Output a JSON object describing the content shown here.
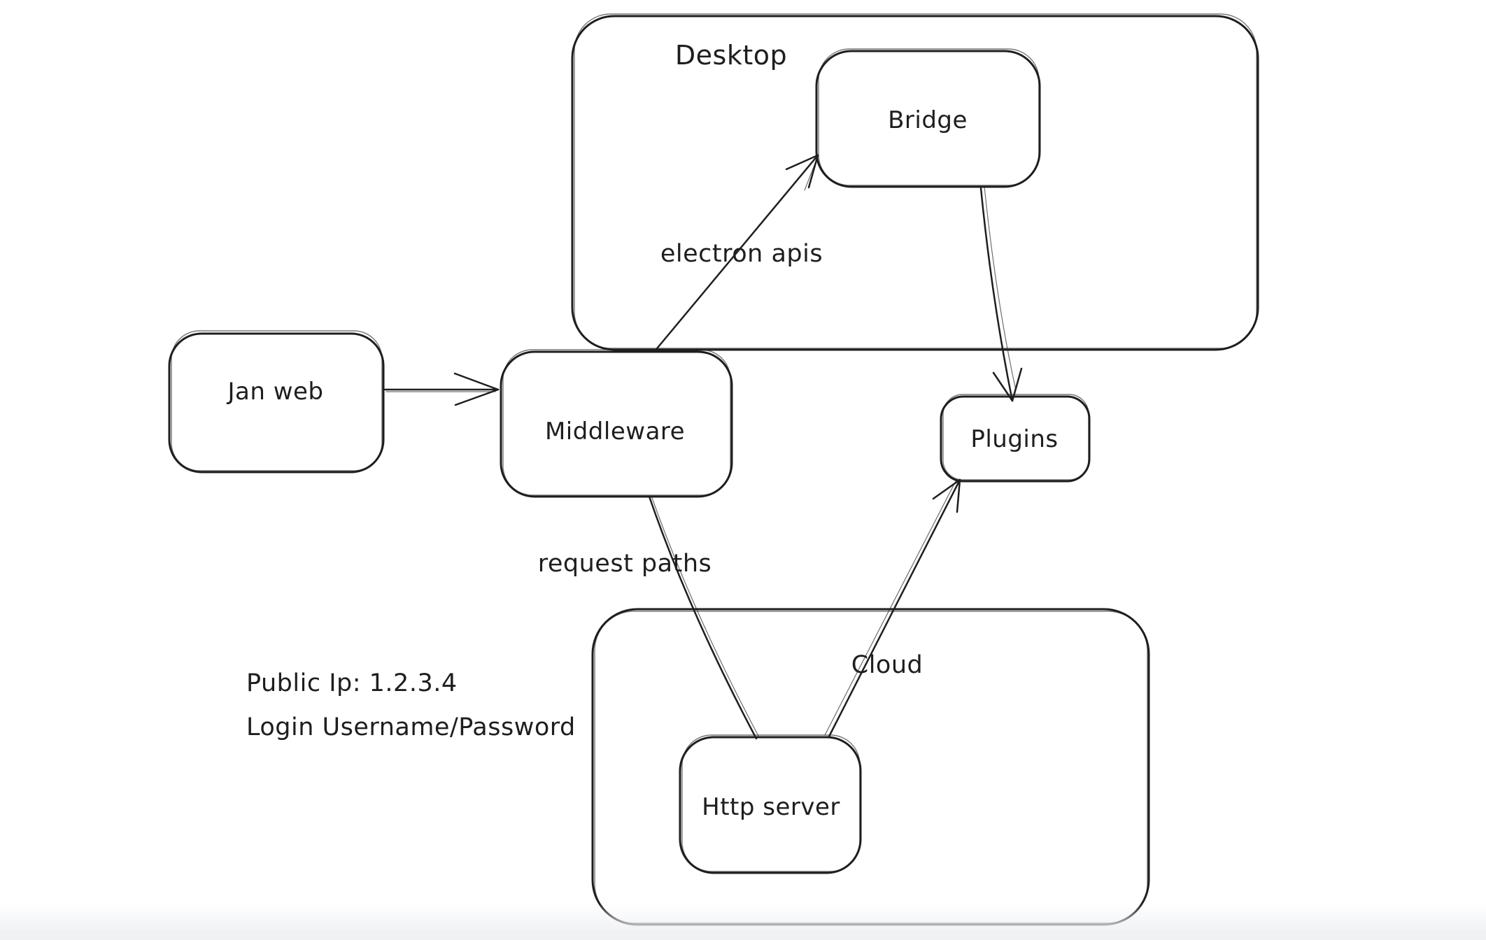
{
  "canvas": {
    "background_color": "#ffffff",
    "stroke_color": "#1e1e1e",
    "bottom_bar_color": "#f0f1f2"
  },
  "diagram": {
    "groups": [
      {
        "label": "Desktop"
      },
      {
        "label": "Cloud"
      }
    ],
    "nodes": [
      {
        "label": "Jan web"
      },
      {
        "label": "Middleware"
      },
      {
        "label": "Bridge"
      },
      {
        "label": "Plugins"
      },
      {
        "label": "Http server"
      }
    ],
    "edge_labels": [
      {
        "label": "electron apis"
      },
      {
        "label": "request paths"
      }
    ],
    "notes": [
      {
        "text": "Public Ip: 1.2.3.4"
      },
      {
        "text": "Login Username/Password"
      }
    ]
  }
}
